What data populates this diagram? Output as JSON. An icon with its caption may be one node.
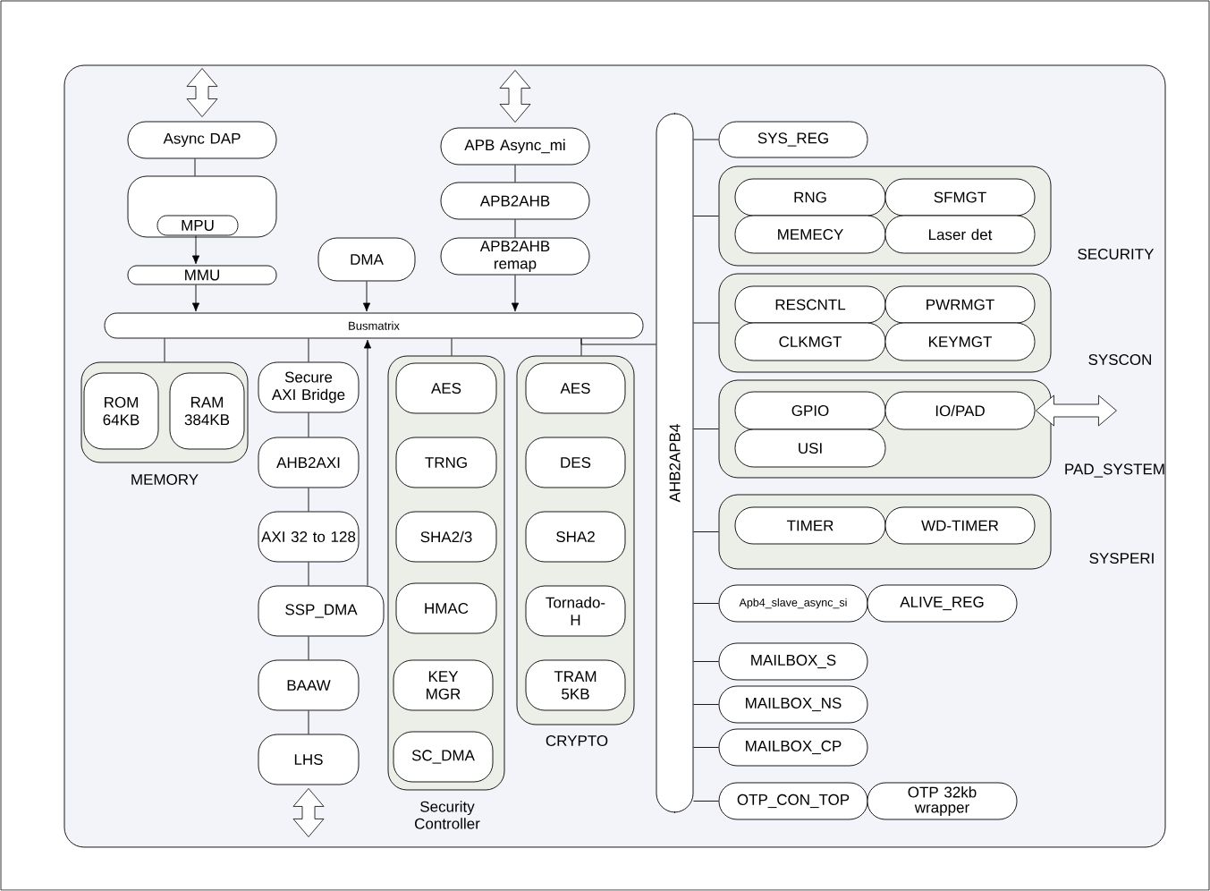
{
  "diagram": {
    "nodes": [
      {
        "text": [
          "Async DAP"
        ]
      },
      {
        "text": [],
        "shape": "box"
      },
      {
        "text": [
          "MPU"
        ],
        "in": 1
      },
      {
        "text": [
          "MMU"
        ]
      },
      {
        "text": [
          "DMA"
        ]
      },
      {
        "text": [
          "APB Async_mi"
        ]
      },
      {
        "text": [
          "APB2AHB"
        ]
      },
      {
        "text": [
          "APB2AHB remap"
        ]
      },
      {
        "text": [
          "Busmatrix"
        ]
      },
      {
        "text": [
          "MEMORY"
        ]
      },
      {
        "text": [
          "ROM 64KB"
        ],
        "in": 9
      },
      {
        "text": [
          "RAM 384KB"
        ],
        "in": 9
      },
      {
        "text": [
          "Secure AXI Bridge"
        ]
      },
      {
        "text": [
          "AHB2AXI"
        ]
      },
      {
        "text": [
          "AXI 32 to 128"
        ]
      },
      {
        "text": [
          "SSP_DMA"
        ]
      },
      {
        "text": [
          "BAAW"
        ]
      },
      {
        "text": [
          "LHS"
        ]
      },
      {
        "text": [
          "Security Controller"
        ]
      },
      {
        "text": [
          "AES"
        ],
        "in": 18
      },
      {
        "text": [
          "TRNG"
        ],
        "in": 18
      },
      {
        "text": [
          "SHA2/3"
        ],
        "in": 18
      },
      {
        "text": [
          "HMAC"
        ],
        "in": 18
      },
      {
        "text": [
          "KEY MGR"
        ],
        "in": 18
      },
      {
        "text": [
          "SC_DMA"
        ],
        "in": 18
      },
      {
        "text": [
          "CRYPTO"
        ]
      },
      {
        "text": [
          "AES"
        ],
        "in": 25
      },
      {
        "text": [
          "DES"
        ],
        "in": 25
      },
      {
        "text": [
          "SHA2"
        ],
        "in": 25
      },
      {
        "text": [
          "Tornado-H"
        ],
        "in": 25
      },
      {
        "text": [
          "TRAM 5KB"
        ],
        "in": 25
      },
      {
        "text": [
          "AHB2APB4"
        ]
      },
      {
        "text": [
          "SYS_REG"
        ]
      },
      {
        "text": [
          "SECURITY"
        ]
      },
      {
        "text": [
          "RNG"
        ],
        "in": 33
      },
      {
        "text": [
          "SFMGT"
        ],
        "in": 33
      },
      {
        "text": [
          "MEMECY"
        ],
        "in": 33
      },
      {
        "text": [
          "Laser det"
        ],
        "in": 33
      },
      {
        "text": [
          "SYSCON"
        ]
      },
      {
        "text": [
          "RESCNTL"
        ],
        "in": 38
      },
      {
        "text": [
          "PWRMGT"
        ],
        "in": 38
      },
      {
        "text": [
          "CLKMGT"
        ],
        "in": 38
      },
      {
        "text": [
          "KEYMGT"
        ],
        "in": 38
      },
      {
        "text": [
          "PAD_SYSTEM"
        ]
      },
      {
        "text": [
          "GPIO"
        ],
        "in": 43
      },
      {
        "text": [
          "IO/PAD"
        ],
        "in": 43
      },
      {
        "text": [
          "USI"
        ],
        "in": 43
      },
      {
        "text": [
          "SYSPERI"
        ]
      },
      {
        "text": [
          "TIMER"
        ],
        "in": 47
      },
      {
        "text": [
          "WD-TIMER"
        ],
        "in": 47
      },
      {
        "text": [
          "Apb4_slave_async_si"
        ]
      },
      {
        "text": [
          "ALIVE_REG"
        ]
      },
      {
        "text": [
          "MAILBOX_S"
        ]
      },
      {
        "text": [
          "MAILBOX_NS"
        ]
      },
      {
        "text": [
          "MAILBOX_CP"
        ]
      },
      {
        "text": [
          "OTP_CON_TOP"
        ]
      },
      {
        "text": [
          "OTP 32kb wrapper"
        ]
      }
    ],
    "edges": [
      {
        "from": null,
        "to": 0,
        "arrow": "both"
      },
      {
        "from": null,
        "to": 5,
        "arrow": "both"
      },
      {
        "from": 0,
        "to": 1,
        "arrow": "none"
      },
      {
        "from": 2,
        "to": 3,
        "arrow": "to"
      },
      {
        "from": 3,
        "to": 8,
        "arrow": "to"
      },
      {
        "from": 4,
        "to": 8,
        "arrow": "to"
      },
      {
        "from": 5,
        "to": 6,
        "arrow": "none"
      },
      {
        "from": 6,
        "to": 7,
        "arrow": "none"
      },
      {
        "from": 7,
        "to": 8,
        "arrow": "to"
      },
      {
        "from": 8,
        "to": 9,
        "arrow": "none"
      },
      {
        "from": 8,
        "to": 12,
        "arrow": "none"
      },
      {
        "from": 12,
        "to": 13,
        "arrow": "none"
      },
      {
        "from": 13,
        "to": 14,
        "arrow": "none"
      },
      {
        "from": 14,
        "to": 15,
        "arrow": "none"
      },
      {
        "from": 15,
        "to": 8,
        "arrow": "to"
      },
      {
        "from": 15,
        "to": 16,
        "arrow": "none"
      },
      {
        "from": 16,
        "to": 17,
        "arrow": "none"
      },
      {
        "from": 17,
        "to": null,
        "arrow": "both"
      },
      {
        "from": 8,
        "to": 18,
        "arrow": "none"
      },
      {
        "from": 8,
        "to": 25,
        "arrow": "none"
      },
      {
        "from": 8,
        "to": 31,
        "arrow": "none"
      },
      {
        "from": 31,
        "to": 32,
        "arrow": "none"
      },
      {
        "from": 31,
        "to": 33,
        "arrow": "none"
      },
      {
        "from": 31,
        "to": 38,
        "arrow": "none"
      },
      {
        "from": 31,
        "to": 43,
        "arrow": "none"
      },
      {
        "from": 31,
        "to": 47,
        "arrow": "none"
      },
      {
        "from": 31,
        "to": 50,
        "arrow": "none"
      },
      {
        "from": 31,
        "to": 52,
        "arrow": "none"
      },
      {
        "from": 31,
        "to": 53,
        "arrow": "none"
      },
      {
        "from": 31,
        "to": 54,
        "arrow": "none"
      },
      {
        "from": 31,
        "to": 55,
        "arrow": "none"
      },
      {
        "from": 45,
        "to": null,
        "arrow": "both"
      }
    ]
  }
}
